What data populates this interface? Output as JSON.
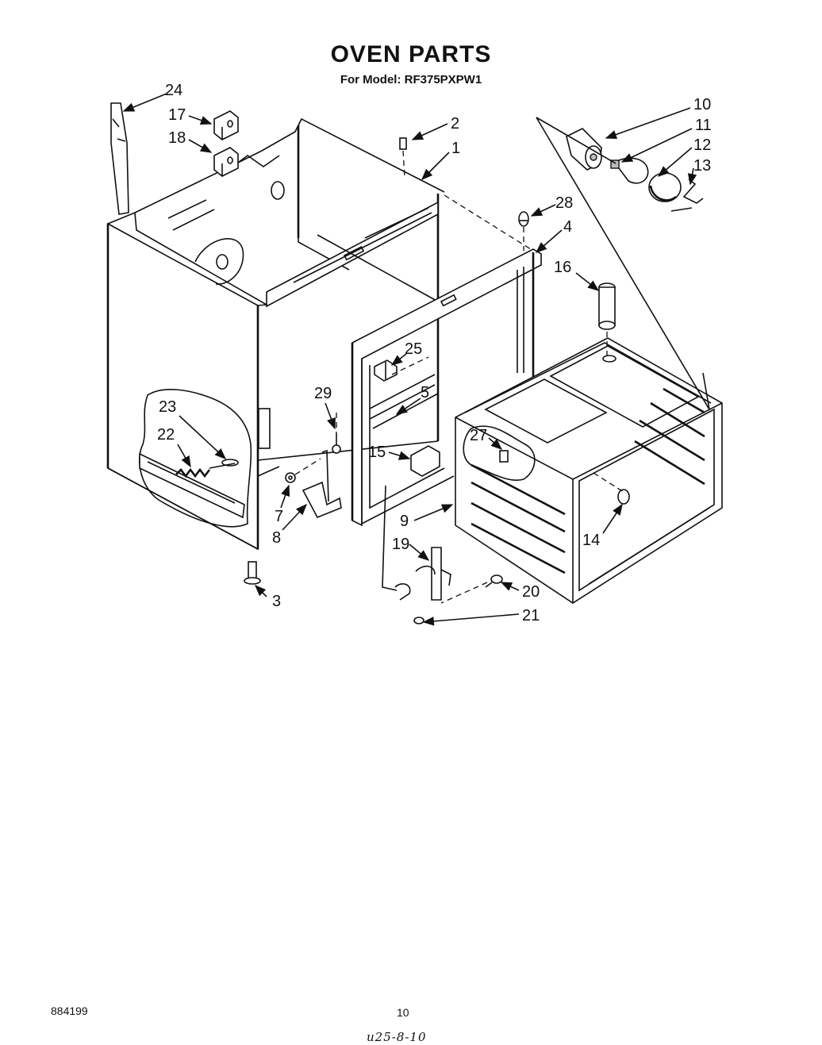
{
  "title": "OVEN PARTS",
  "subtitle": "For Model: RF375PXPW1",
  "callouts": {
    "c1": "1",
    "c2": "2",
    "c3": "3",
    "c4": "4",
    "c5": "5",
    "c7": "7",
    "c8": "8",
    "c9": "9",
    "c10": "10",
    "c11": "11",
    "c12": "12",
    "c13": "13",
    "c14": "14",
    "c15": "15",
    "c16": "16",
    "c17": "17",
    "c18": "18",
    "c19": "19",
    "c20": "20",
    "c21": "21",
    "c22": "22",
    "c23": "23",
    "c24": "24",
    "c25": "25",
    "c27": "27",
    "c28": "28",
    "c29": "29"
  },
  "footer": {
    "doc_number": "884199",
    "page_number": "10",
    "handwritten_note": "u25-8-10"
  }
}
